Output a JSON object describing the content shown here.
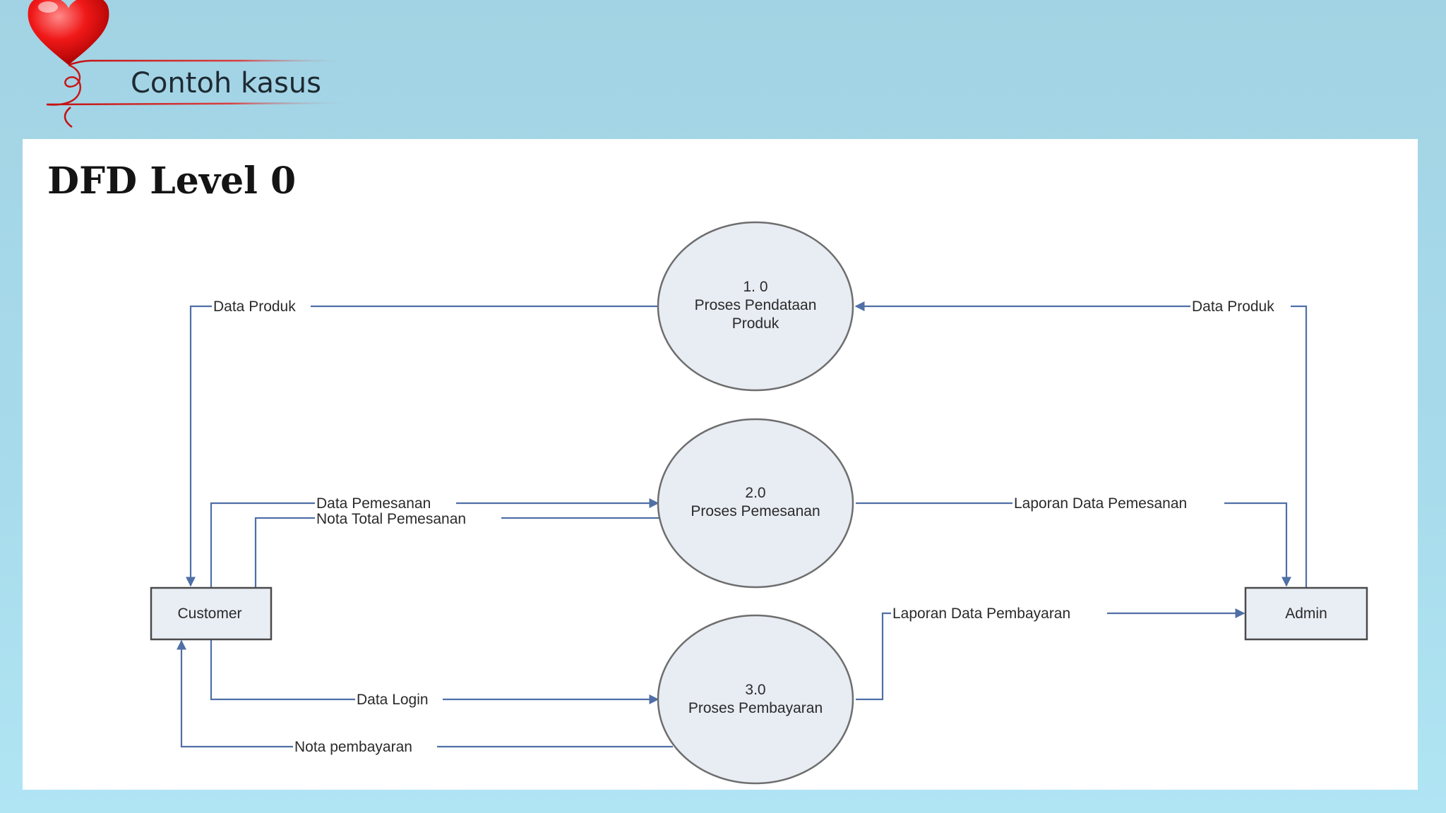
{
  "slide": {
    "title": "Contoh kasus"
  },
  "diagram": {
    "title": "DFD Level 0",
    "processes": [
      {
        "number": "1. 0",
        "name_line1": "Proses Pendataan",
        "name_line2": "Produk"
      },
      {
        "number": "2.0",
        "name_line1": "Proses Pemesanan",
        "name_line2": ""
      },
      {
        "number": "3.0",
        "name_line1": "Proses Pembayaran",
        "name_line2": ""
      }
    ],
    "entities": {
      "customer": "Customer",
      "admin": "Admin"
    },
    "flows": {
      "data_produk_to_customer": "Data Produk",
      "data_produk_from_admin": "Data Produk",
      "data_pemesanan": "Data Pemesanan",
      "nota_total_pemesanan": "Nota Total Pemesanan",
      "laporan_data_pemesanan": "Laporan Data Pemesanan",
      "laporan_data_pembayaran": "Laporan Data Pembayaran",
      "data_login": "Data Login",
      "nota_pembayaran": "Nota pembayaran"
    }
  },
  "colors": {
    "background": "#a7dbeb",
    "flow_line": "#4f6fa6",
    "process_fill": "#e8ecf3",
    "entity_fill": "#e9edf4"
  },
  "icons": {
    "heart": "heart-balloon-icon"
  }
}
